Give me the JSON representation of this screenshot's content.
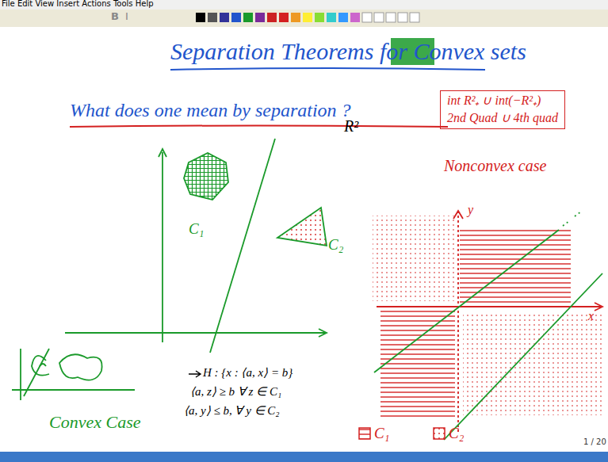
{
  "diagram": {
    "title": "Separation Theorems for Convex sets",
    "nodes": [
      {
        "text": [
          "int R²₊ ∪ int(−R²₊)",
          "2nd Quad ∪ 4th quad"
        ]
      }
    ],
    "labels": [
      "File Edit View Insert Actions Tools Help",
      "B",
      "I",
      "What does one mean by separation ?",
      "R²",
      "C₁",
      "C₂",
      "Nonconvex case",
      "H : {x : ⟨a, x⟩ = b}",
      "⟨a, z⟩ ≥ b  ∀ z ∈ C₁",
      "⟨a, y⟩ ≤ b, ∀ y ∈ C₂",
      "Convex Case",
      "y",
      "x",
      "1 / 20"
    ],
    "legend": [
      {
        "text": "C₁"
      },
      {
        "text": "C₂"
      }
    ]
  }
}
